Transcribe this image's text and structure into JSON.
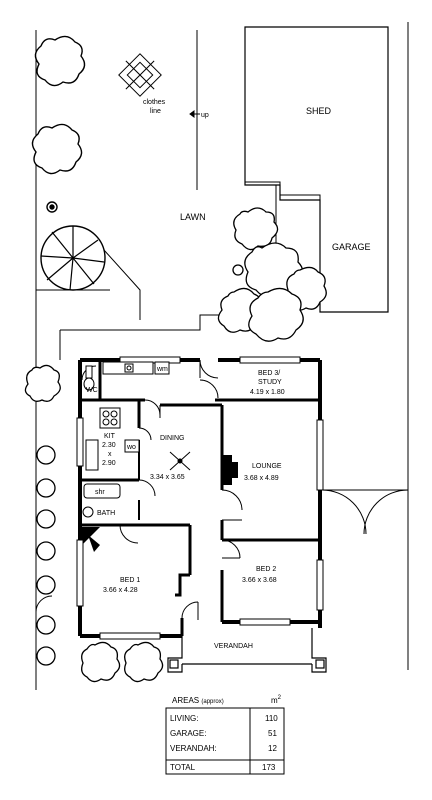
{
  "site": {
    "clothes_line": "clothes\nline",
    "up": "up",
    "shed": "SHED",
    "lawn": "LAWN",
    "garage": "GARAGE"
  },
  "rooms": {
    "wc": "WC",
    "wm": "wm",
    "bed3_name": "BED 3/",
    "bed3_name2": "STUDY",
    "bed3_size": "4.19 x 1.80",
    "kit_name": "KIT",
    "kit_size1": "2.30",
    "kit_x": "x",
    "kit_size2": "2.90",
    "wo": "wo",
    "dining_name": "DINING",
    "dining_size": "3.34 x 3.65",
    "lounge_name": "LOUNGE",
    "lounge_size": "3.68 x 4.89",
    "shr": "shr",
    "bath": "BATH",
    "bed1_name": "BED 1",
    "bed1_size": "3.66 x 4.28",
    "bed2_name": "BED 2",
    "bed2_size": "3.66 x 3.68",
    "verandah": "VERANDAH"
  },
  "areas_table": {
    "title": "AREAS",
    "title_note": "(approx)",
    "unit": "m",
    "unit_sup": "2",
    "rows": [
      {
        "label": "LIVING:",
        "value": "110"
      },
      {
        "label": "GARAGE:",
        "value": "51"
      },
      {
        "label": "VERANDAH:",
        "value": "12"
      }
    ],
    "total_label": "TOTAL",
    "total_value": "173"
  }
}
